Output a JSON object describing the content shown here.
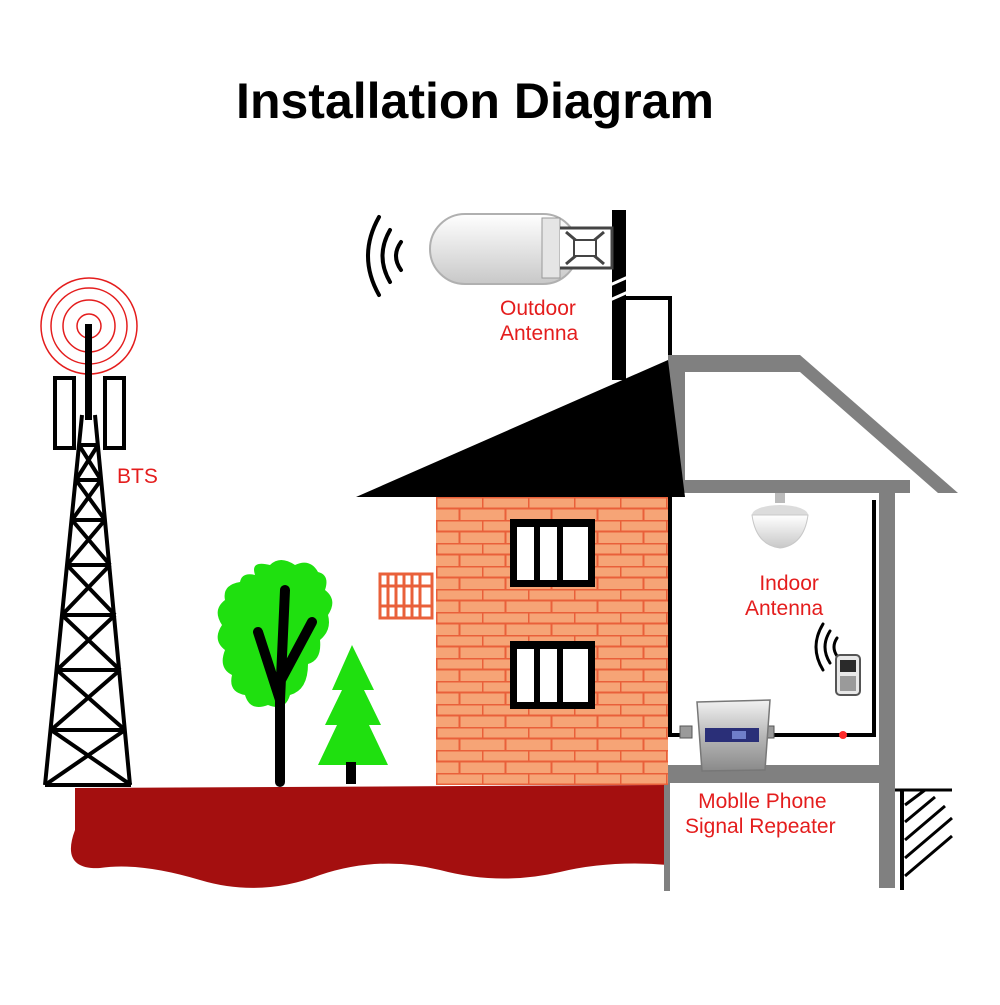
{
  "title": "Installation Diagram",
  "labels": {
    "bts": "BTS",
    "outdoor_antenna": [
      "Outdoor",
      "Antenna"
    ],
    "indoor_antenna": [
      "Indoor",
      "Antenna"
    ],
    "repeater": [
      "Moblle Phone",
      "Signal Repeater"
    ]
  },
  "colors": {
    "label_text": "#e41d1d",
    "ground": "#a40f0f",
    "brick": "#f6a476",
    "brick_mortar": "#e9603a",
    "tree": "#1fe00f",
    "roof_dark": "#000000",
    "roof_outline": "#808080"
  },
  "icons": [
    "cell-tower-icon",
    "signal-waves-icon",
    "outdoor-antenna-icon",
    "indoor-ceiling-antenna-icon",
    "repeater-device-icon",
    "mobile-phone-icon",
    "tree-icon",
    "pine-tree-icon",
    "balcony-railing-icon"
  ]
}
